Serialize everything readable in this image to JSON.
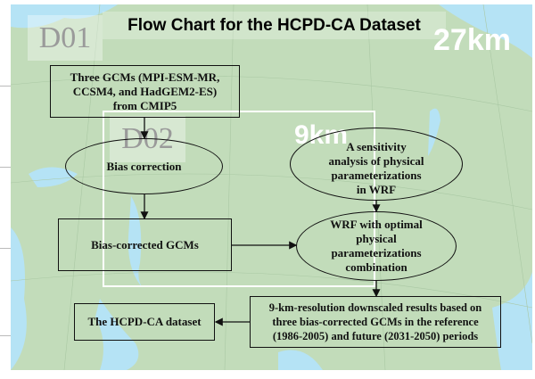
{
  "title": "Flow Chart for the HCPD-CA Dataset",
  "domains": {
    "d01": "D01",
    "d02": "D02",
    "res_outer": "27km",
    "res_inner": "9km"
  },
  "nodes": {
    "gcms": "Three GCMs (MPI-ESM-MR,\nCCSM4, and HadGEM2-ES)\nfrom CMIP5",
    "bias_correction": "Bias correction",
    "bias_corrected": "Bias-corrected GCMs",
    "sensitivity": "A sensitivity\nanalysis of physical\nparameterizations\nin WRF",
    "wrf_optimal": "WRF with optimal\nphysical\nparameterizations\ncombination",
    "downscaled": "9-km-resolution downscaled results based on\nthree bias-corrected GCMs in the reference\n(1986-2005) and future (2031-2050) periods",
    "dataset": "The HCPD-CA dataset"
  },
  "colors": {
    "land": "#c2dcba",
    "water": "#b5e3f5",
    "outline": "#111111"
  }
}
